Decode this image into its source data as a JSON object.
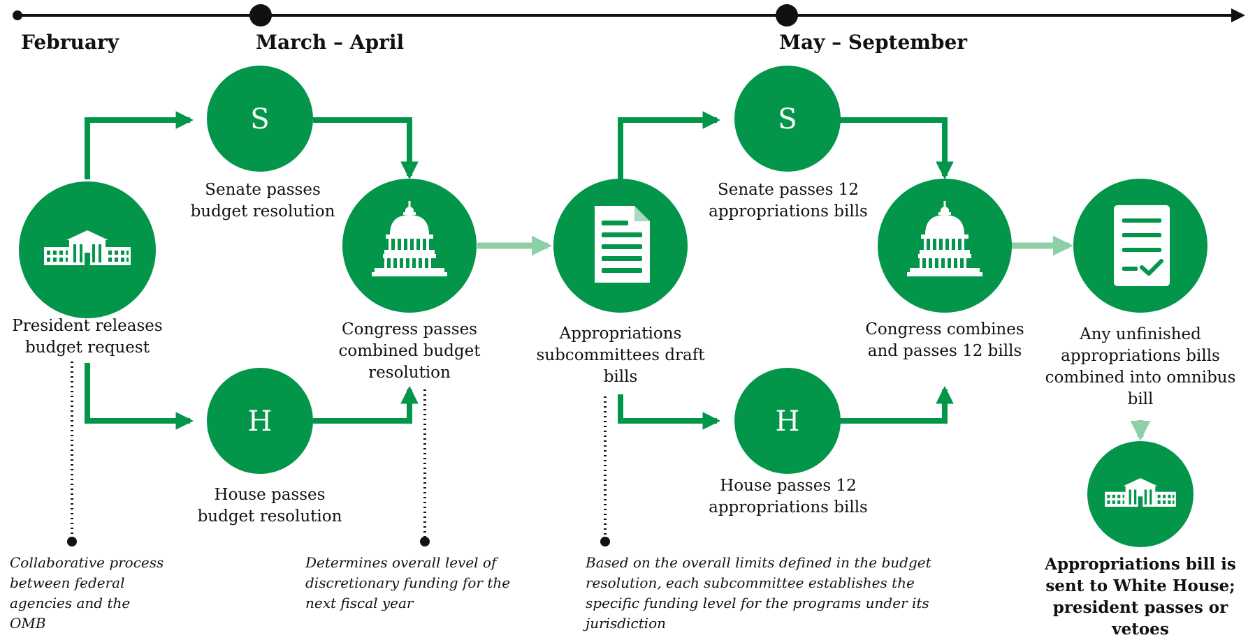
{
  "colors": {
    "green": "#03954A",
    "light_green": "#8DCFA6",
    "dark": "#111111"
  },
  "timeline": {
    "periods": [
      {
        "label": "February"
      },
      {
        "label": "March – April"
      },
      {
        "label": "May – September"
      }
    ]
  },
  "nodes": {
    "president": {
      "icon": "white-house-icon",
      "label": "President releases budget request"
    },
    "senate_budget": {
      "letter": "S",
      "label": "Senate passes budget resolution"
    },
    "house_budget": {
      "letter": "H",
      "label": "House passes budget resolution"
    },
    "congress_budget": {
      "icon": "capitol-icon",
      "label": "Congress passes combined budget resolution"
    },
    "subcommittees": {
      "icon": "document-icon",
      "label": "Appropriations subcommittees draft bills"
    },
    "senate_approps": {
      "letter": "S",
      "label": "Senate passes 12 appropriations bills"
    },
    "house_approps": {
      "letter": "H",
      "label": "House passes 12 appropriations bills"
    },
    "congress_approps": {
      "icon": "capitol-icon",
      "label": "Congress combines and passes 12 bills"
    },
    "omnibus": {
      "icon": "checklist-icon",
      "label": "Any unfinished appropriations bills combined into omnibus bill"
    },
    "white_house": {
      "icon": "white-house-icon",
      "label": "Appropriations bill is sent to White House; president passes or vetoes"
    }
  },
  "notes": {
    "omb": "Collaborative process between federal agencies and the OMB",
    "discretionary": "Determines overall level of discretionary funding for the next fiscal year",
    "subcommittee": "Based on the overall limits defined in the budget resolution, each subcommittee establishes the specific funding level for the programs under its jurisdiction"
  }
}
